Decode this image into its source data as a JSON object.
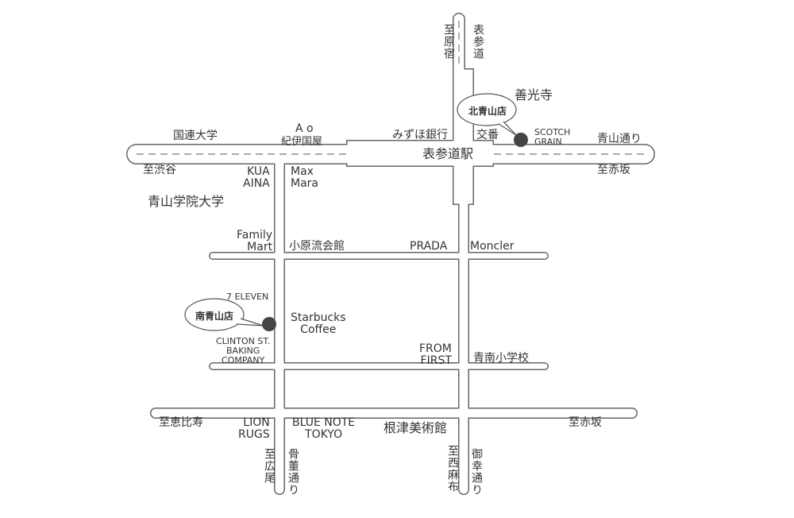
{
  "map": {
    "station": "表参道駅",
    "roads": {
      "aoyama_dori": "青山通り",
      "omotesando": "表参道",
      "kotto_dori": "骨董通り",
      "miyuki_dori": "御幸通り"
    },
    "directions": {
      "harajuku": "至原宿",
      "shibuya": "至渋谷",
      "akasaka_top": "至赤坂",
      "ebisu": "至恵比寿",
      "akasaka_bottom": "至赤坂",
      "hiroo": "至広尾",
      "nishiazabu": "至西麻布"
    },
    "stores": {
      "kita_aoyama": "北青山店",
      "minami_aoyama": "南青山店"
    },
    "landmarks": {
      "zenkoji": "善光寺",
      "koban": "交番",
      "mizuho": "みずほ銀行",
      "scotch_grain": "SCOTCH\nGRAIN",
      "un_university": "国連大学",
      "ao": "A o",
      "kinokuniya": "紀伊国屋",
      "kua_aina": "KUA\nAINA",
      "max_mara": "Max\nMara",
      "aoyama_gakuin": "青山学院大学",
      "family_mart": "Family\nMart",
      "ohara": "小原流会館",
      "prada": "PRADA",
      "moncler": "Moncler",
      "seven_eleven": "7 ELEVEN",
      "starbucks": "Starbucks\nCoffee",
      "clinton": "CLINTON ST.\nBAKING\nCOMPANY",
      "from_first": "FROM\nFIRST",
      "seinan": "青南小学校",
      "lion_rugs": "LION\nRUGS",
      "blue_note": "BLUE NOTE\nTOKYO",
      "nezu": "根津美術館"
    }
  }
}
